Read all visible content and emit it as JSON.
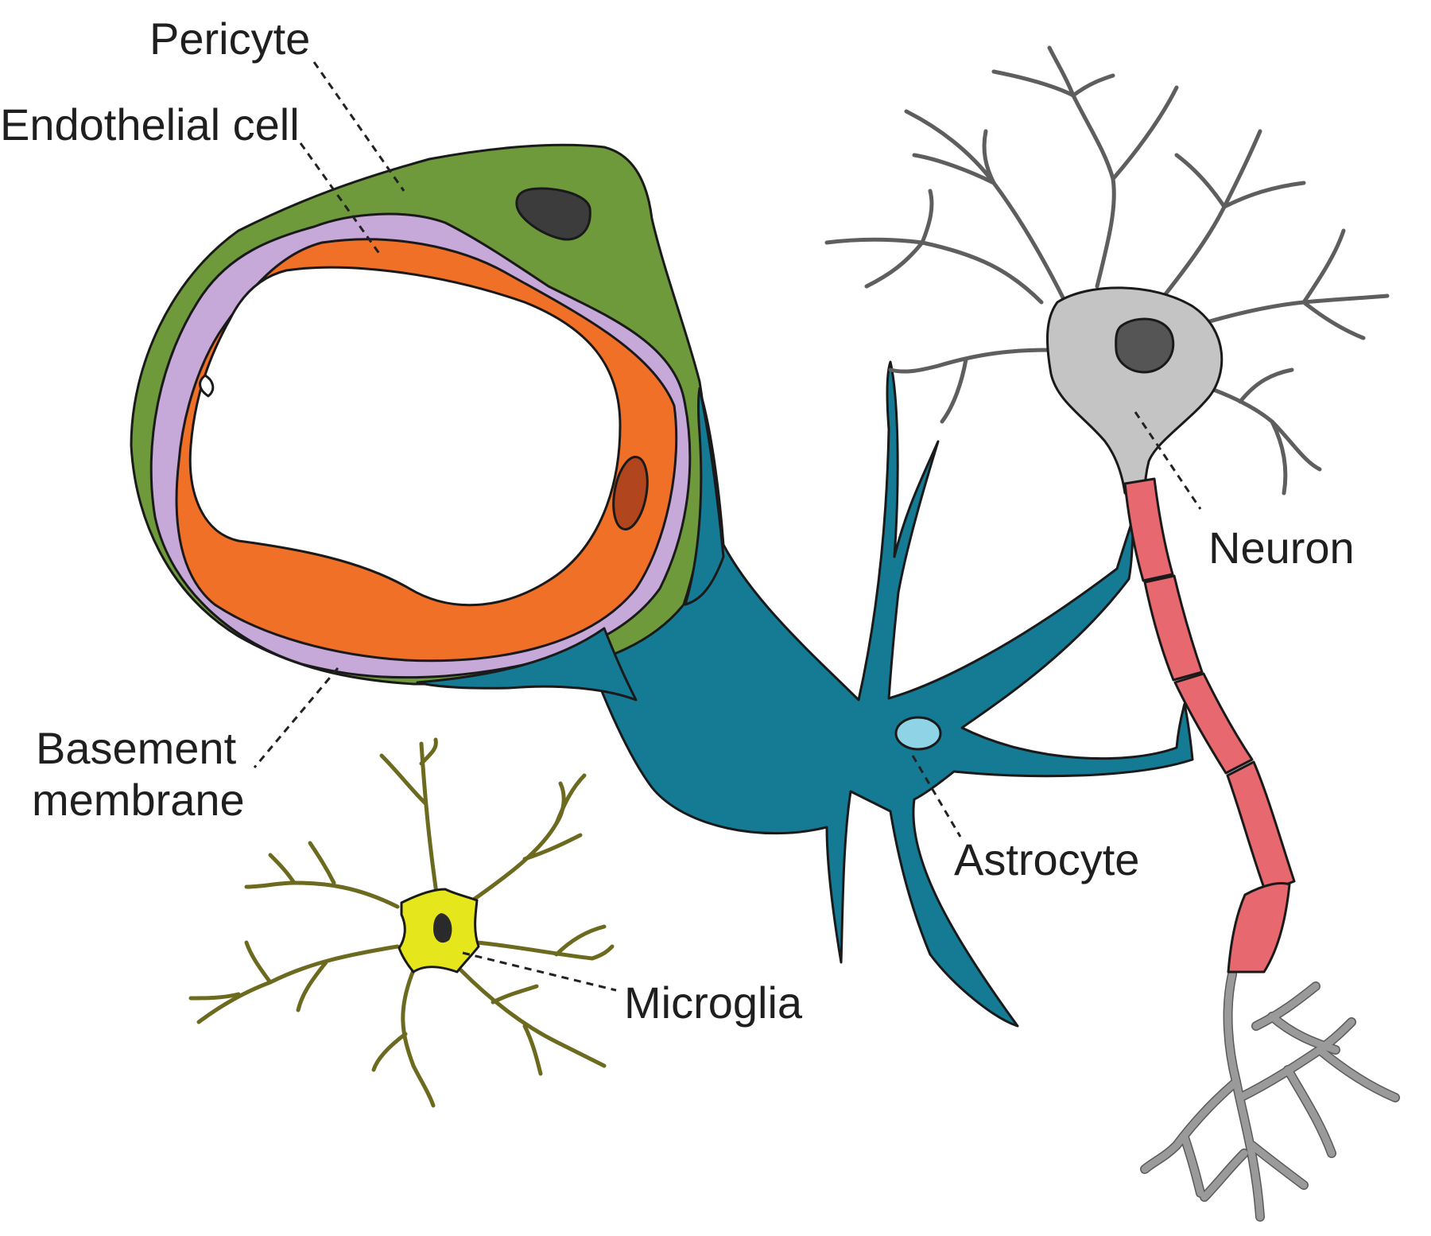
{
  "labels": {
    "pericyte": "Pericyte",
    "endothelial": "Endothelial cell",
    "basement_line1": "Basement",
    "basement_line2": "membrane",
    "neuron": "Neuron",
    "astrocyte": "Astrocyte",
    "microglia": "Microglia"
  },
  "colors": {
    "pericyte": "#6e9a3c",
    "basement_membrane": "#c7a9d9",
    "endothelial": "#f07028",
    "endothelial_nucleus": "#b0451e",
    "astrocyte": "#157a93",
    "astrocyte_nucleus": "#8fd3e6",
    "neuron_soma": "#c4c4c4",
    "neuron_nucleus": "#555555",
    "myelin": "#e8686f",
    "microglia": "#e6e61c",
    "microglia_process": "#6b6a1e",
    "lumen": "#ffffff"
  }
}
